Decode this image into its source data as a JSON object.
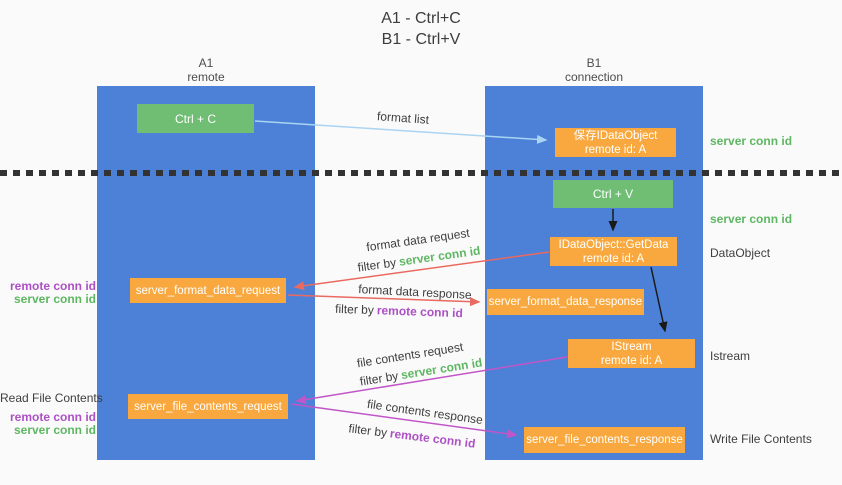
{
  "title": {
    "line1": "A1 - Ctrl+C",
    "line2": "B1 - Ctrl+V"
  },
  "lifelines": {
    "a1": {
      "name": "A1",
      "subtitle": "remote"
    },
    "b1": {
      "name": "B1",
      "subtitle": "connection"
    }
  },
  "nodes": {
    "ctrl_c": {
      "label": "Ctrl + C"
    },
    "ctrl_v": {
      "label": "Ctrl + V"
    },
    "save_dataobject": {
      "line1": "保存IDataObject",
      "line2": "remote id: A"
    },
    "getdata": {
      "line1": "IDataObject::GetData",
      "line2": "remote id: A"
    },
    "istream": {
      "line1": "IStream",
      "line2": "remote id: A"
    },
    "format_request": {
      "label": "server_format_data_request"
    },
    "format_response": {
      "label": "server_format_data_response"
    },
    "file_request": {
      "label": "server_file_contents_request"
    },
    "file_response": {
      "label": "server_file_contents_response"
    }
  },
  "messages": {
    "format_list": "format list",
    "format_data_request": "format data request",
    "format_data_response": "format data response",
    "file_contents_request": "file contents request",
    "file_contents_response": "file contents response",
    "filter_by": "filter by",
    "server_conn_id": "server conn id",
    "remote_conn_id": "remote conn id"
  },
  "annotations": {
    "server_conn_id_top": "server conn id",
    "server_conn_id_mid": "server conn id",
    "dataobject": "DataObject",
    "istream": "Istream",
    "write_file_contents": "Write File Contents",
    "read_file_contents": "Read File Contents",
    "remote_conn_id": "remote conn id",
    "server_conn_id": "server conn id"
  },
  "colors": {
    "lifeline_blue": "#4c81d7",
    "node_orange": "#f8a83e",
    "action_green": "#6fbe73",
    "request_red": "#e96a60",
    "file_magenta": "#c255c8",
    "format_list_blue": "#aad4f2",
    "server_conn_green": "#5db762",
    "remote_conn_purple": "#ad50c5",
    "arrow_black": "#1a1a1a",
    "divider_dark": "#333333"
  }
}
